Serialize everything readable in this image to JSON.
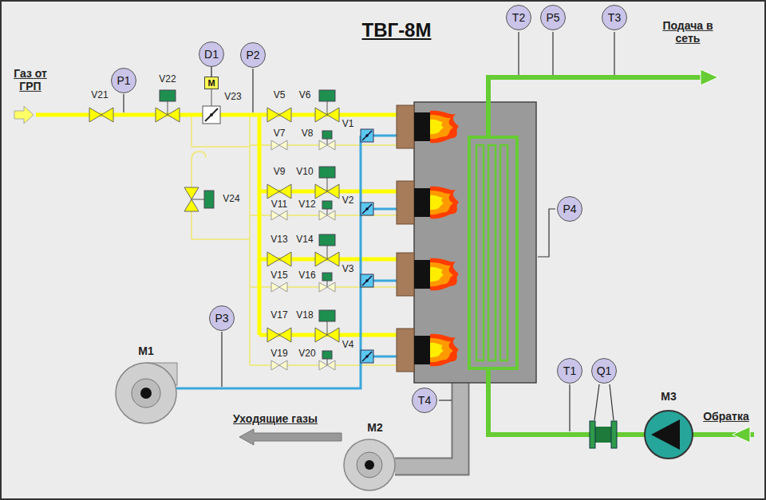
{
  "diagram": {
    "title": "ТВГ-8М",
    "nodes": [
      {
        "text": [
          "P1"
        ]
      },
      {
        "text": [
          "D1"
        ]
      },
      {
        "text": [
          "M"
        ]
      },
      {
        "text": [
          "P2"
        ]
      },
      {
        "text": [
          "T2"
        ]
      },
      {
        "text": [
          "P5"
        ]
      },
      {
        "text": [
          "T3"
        ]
      },
      {
        "text": [
          "P4"
        ]
      },
      {
        "text": [
          "P3"
        ]
      },
      {
        "text": [
          "T4"
        ]
      },
      {
        "text": [
          "T1"
        ]
      },
      {
        "text": [
          "Q1"
        ]
      }
    ],
    "edges": [
      {
        "from": 1,
        "to": 2,
        "arrow": "none"
      }
    ],
    "labels": [
      "Газ от ГРП",
      "V21",
      "V22",
      "V23",
      "V5",
      "V6",
      "V7",
      "V8",
      "V9",
      "V10",
      "V24",
      "V11",
      "V12",
      "V13",
      "V14",
      "V15",
      "V16",
      "V17",
      "V18",
      "V19",
      "V20",
      "V1",
      "V2",
      "V3",
      "V4",
      "Подача в сеть",
      "M1",
      "Уходящие газы",
      "M2",
      "M3",
      "Обратка"
    ]
  }
}
